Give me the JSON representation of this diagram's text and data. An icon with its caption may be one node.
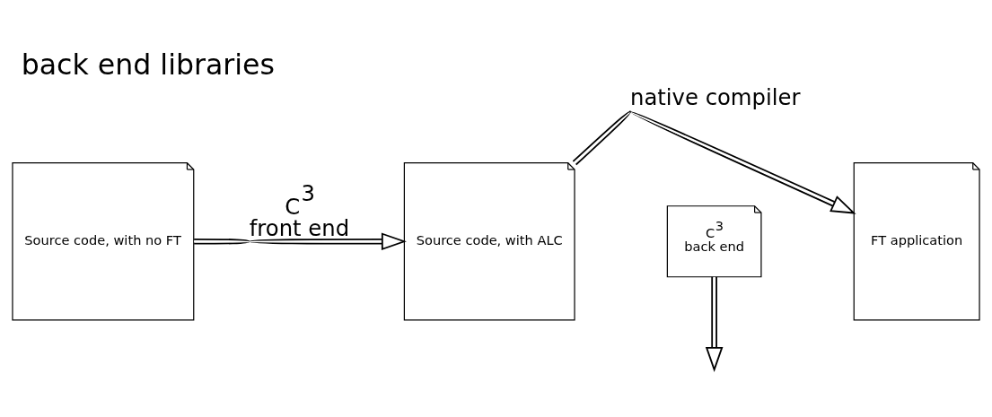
{
  "diagram": {
    "title": "back end libraries",
    "nodes": [
      {
        "text": [
          "Source code, with no FT"
        ]
      },
      {
        "text": [
          "Source code, with ALC"
        ]
      },
      {
        "text": [
          "FT application"
        ]
      },
      {
        "text": [
          "C$^{3}$ back end"
        ]
      }
    ],
    "edges": [
      {
        "from": 0,
        "to": 1,
        "arrow": "to",
        "label": "C$^{3}$ front end"
      },
      {
        "from": 1,
        "to": 2,
        "arrow": "to",
        "label": "native compiler"
      },
      {
        "from": 3,
        "to": null,
        "arrow": "to"
      }
    ]
  }
}
